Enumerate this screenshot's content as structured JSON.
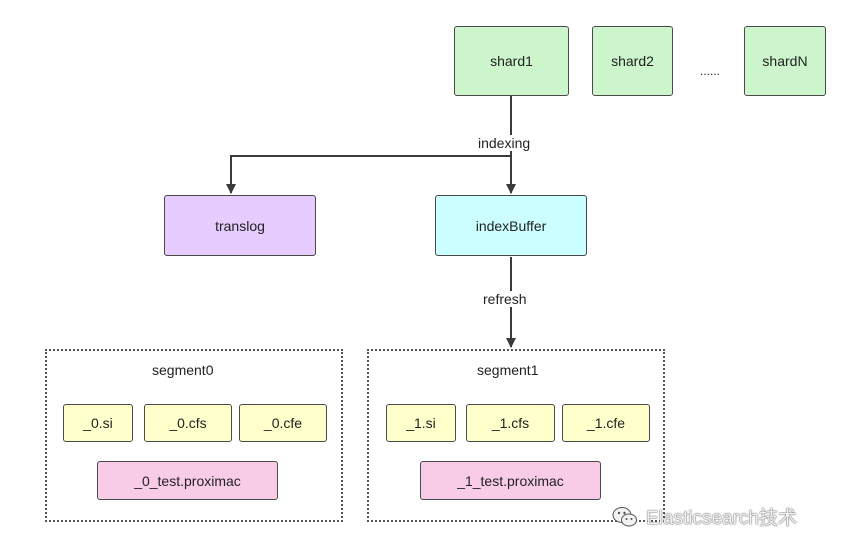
{
  "shards": [
    "shard1",
    "shard2",
    "shardN"
  ],
  "ellipsis": "......",
  "edge_labels": {
    "indexing": "indexing",
    "refresh": "refresh"
  },
  "nodes": {
    "translog": "translog",
    "index_buffer": "indexBuffer"
  },
  "segments": [
    {
      "title": "segment0",
      "files": [
        "_0.si",
        "_0.cfs",
        "_0.cfe"
      ],
      "test_file": "_0_test.proximac"
    },
    {
      "title": "segment1",
      "files": [
        "_1.si",
        "_1.cfs",
        "_1.cfe"
      ],
      "test_file": "_1_test.proximac"
    }
  ],
  "watermark": {
    "text": "Elasticsearch技术",
    "icon": "wechat-icon"
  },
  "colors": {
    "shard": "#ccf5cc",
    "translog": "#e6ccff",
    "index_buffer": "#ccffff",
    "segment_file": "#ffffcc",
    "test_file": "#f8cce6",
    "stroke": "#4a4a4a"
  }
}
